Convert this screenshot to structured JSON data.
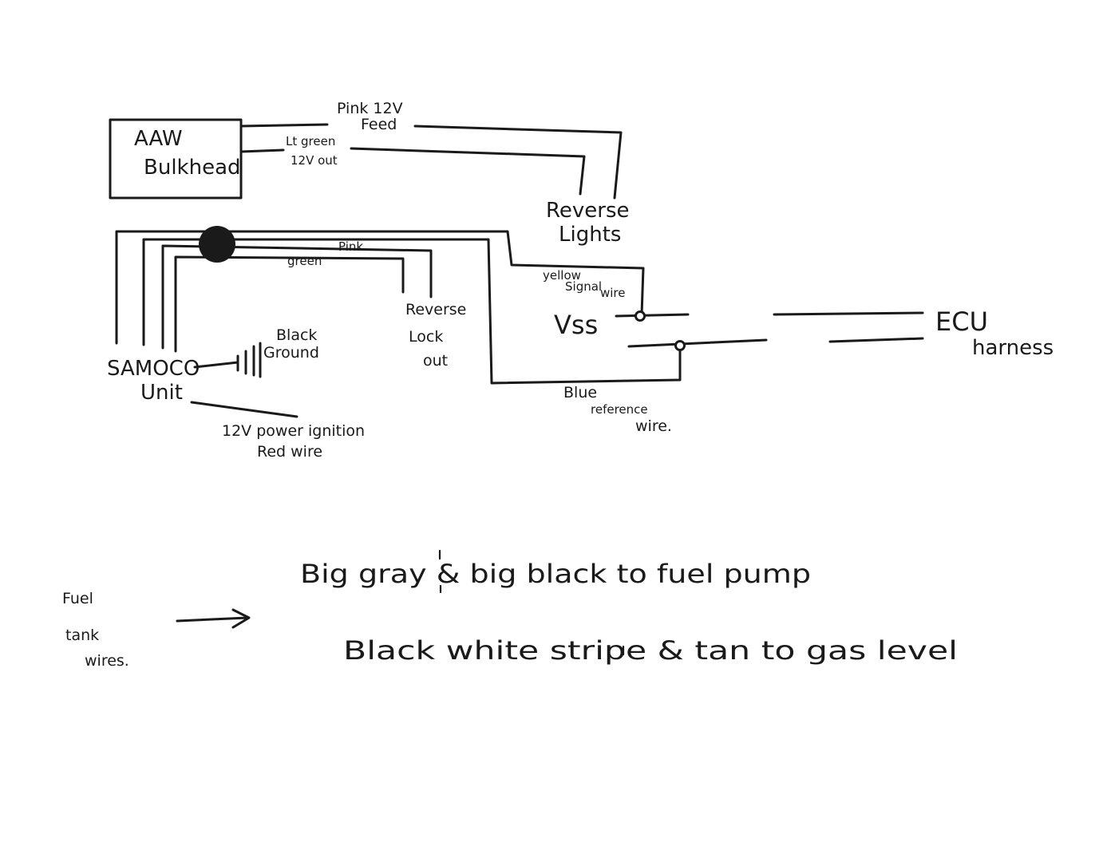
{
  "labels": {
    "bulkhead_line1": "AAW",
    "bulkhead_line2": "Bulkhead",
    "pink_feed_line1": "Pink 12V",
    "pink_feed_line2": "Feed",
    "lt_green_line1": "Lt green",
    "lt_green_line2": "12V out",
    "reverse_lights_line1": "Reverse",
    "reverse_lights_line2": "Lights",
    "pink": "Pink",
    "green": "green",
    "reverse_lockout_line1": "Reverse",
    "reverse_lockout_line2": "Lock",
    "reverse_lockout_line3": "out",
    "yellow_signal_line1": "yellow",
    "yellow_signal_line2": "Signal",
    "yellow_signal_line3": "wire",
    "vss": "Vss",
    "ecu_line1": "ECU",
    "ecu_line2": "harness",
    "black_ground_line1": "Black",
    "black_ground_line2": "Ground",
    "samoco_line1": "SAMOCO",
    "samoco_line2": "Unit",
    "power_line1": "12V power ignition",
    "power_line2": "Red wire",
    "blue_ref_line1": "Blue",
    "blue_ref_line2": "reference",
    "blue_ref_line3": "wire.",
    "fuel_tank_line1": "Fuel",
    "fuel_tank_line2": "tank",
    "fuel_tank_line3": "wires.",
    "fuel_pump_note": "Big gray & big black to fuel pump",
    "gas_level_note": "Black white stripe & tan to gas level"
  },
  "colors": {
    "ink": "#1a1a1a",
    "paper": "#ffffff"
  }
}
